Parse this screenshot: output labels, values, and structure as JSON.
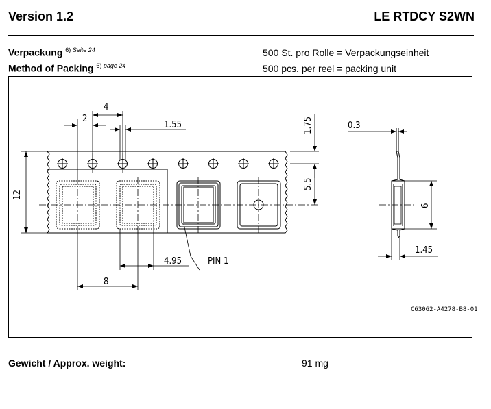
{
  "header": {
    "version": "Version 1.2",
    "product": "LE RTDCY S2WN"
  },
  "packing": {
    "de_label": "Verpackung",
    "de_ref_num": "6)",
    "de_ref_text": "Seite 24",
    "de_value": "500 St. pro Rolle = Verpackungseinheit",
    "en_label": "Method of Packing",
    "en_ref_num": "6)",
    "en_ref_text": "page 24",
    "en_value": "500 pcs. per reel = packing unit"
  },
  "drawing": {
    "dim_4": "4",
    "dim_2": "2",
    "dim_1_55": "1.55",
    "dim_1_75": "1.75",
    "dim_0_3": "0.3",
    "dim_5_5": "5.5",
    "dim_12": "12",
    "dim_6": "6",
    "dim_1_45": "1.45",
    "dim_4_95": "4.95",
    "pin1": "PIN 1",
    "dim_8": "8",
    "drawing_code": "C63062-A4278-B8-01"
  },
  "weight": {
    "label": "Gewicht / Approx. weight:",
    "value": "91 mg"
  }
}
